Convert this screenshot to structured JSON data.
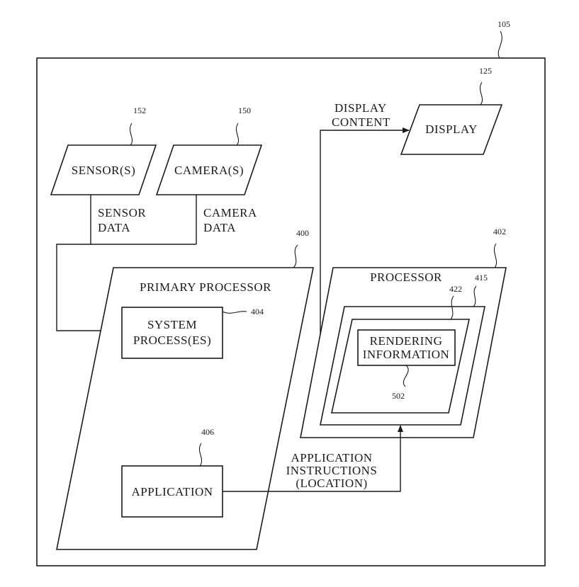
{
  "figure": {
    "ref_device": "105",
    "sensor": {
      "label": "SENSOR(S)",
      "ref": "152"
    },
    "camera": {
      "label": "CAMERA(S)",
      "ref": "150"
    },
    "sensor_data": {
      "line1": "SENSOR",
      "line2": "DATA"
    },
    "camera_data": {
      "line1": "CAMERA",
      "line2": "DATA"
    },
    "display": {
      "label": "DISPLAY",
      "ref": "125"
    },
    "display_content": {
      "line1": "DISPLAY",
      "line2": "CONTENT"
    },
    "primary_processor": {
      "label": "PRIMARY PROCESSOR",
      "ref": "400",
      "system_process": {
        "line1": "SYSTEM",
        "line2": "PROCESS(ES)",
        "ref": "404"
      },
      "application": {
        "label": "APPLICATION",
        "ref": "406"
      }
    },
    "processor": {
      "label": "PROCESSOR",
      "ref": "402",
      "ref_inner1": "415",
      "ref_inner2": "422",
      "rendering": {
        "line1": "RENDERING",
        "line2": "INFORMATION",
        "ref": "502"
      }
    },
    "app_instructions": {
      "line1": "APPLICATION",
      "line2": "INSTRUCTIONS",
      "line3": "(LOCATION)"
    }
  }
}
